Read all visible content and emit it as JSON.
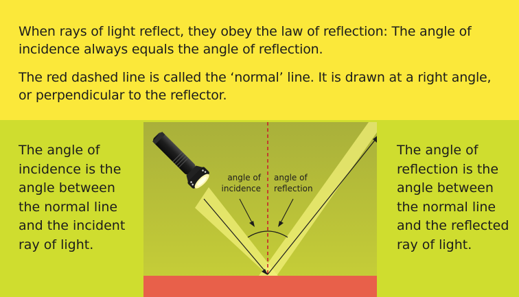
{
  "intro": {
    "law_text": "When rays of light reflect, they obey the law of reflection: The angle of incidence always equals the angle of reflection.",
    "normal_text": "The red dashed line is called the ‘normal’ line. It is drawn at a right angle, or perpendicular to the reflector."
  },
  "left_panel": {
    "text": "The angle of incidence is the angle between the normal line and the incident ray of light."
  },
  "right_panel": {
    "text": "The angle of reflection is the angle between the normal line and the reflected ray of light."
  },
  "diagram": {
    "incidence_label_line1": "angle of",
    "incidence_label_line2": "incidence",
    "reflection_label_line1": "angle of",
    "reflection_label_line2": "reflection"
  },
  "colors": {
    "top_background": "#fbe83a",
    "bottom_background": "#cfdd2f",
    "diagram_background": "#b4ba3a",
    "reflector": "#e8604a",
    "normal_line": "#c8202a",
    "light_beam": "#f2f07a"
  },
  "icons": {
    "torch": "flashlight-icon"
  }
}
